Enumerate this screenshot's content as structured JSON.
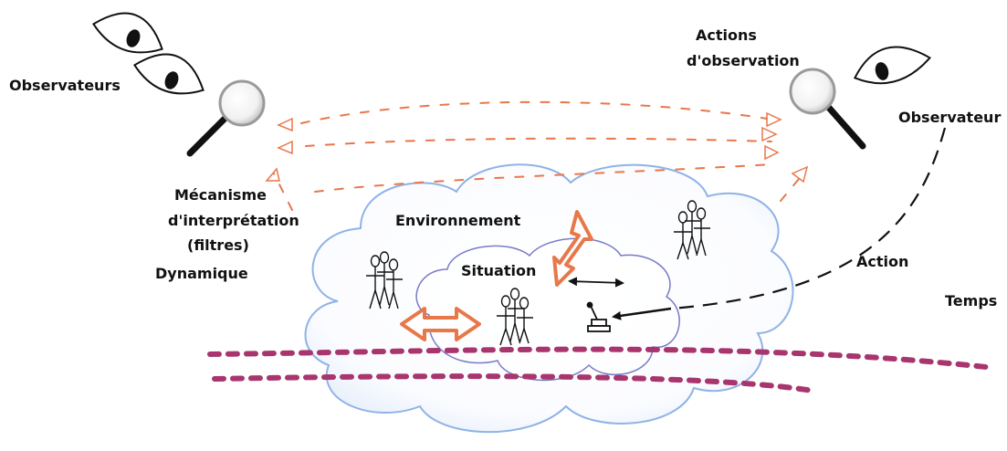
{
  "labels": {
    "observateurs": "Observateurs",
    "actions_observation_1": "Actions",
    "actions_observation_2": "d'observation",
    "observateur": "Observateur",
    "mecanisme_1": "Mécanisme",
    "mecanisme_2": "d'interprétation",
    "mecanisme_3": "(filtres)",
    "dynamique": "Dynamique",
    "environnement": "Environnement",
    "situation": "Situation",
    "action": "Action",
    "temps": "Temps"
  },
  "colors": {
    "cloud_outline": "#8fb3e6",
    "inner_outline": "#7a7ac8",
    "observation_dash": "#e8774a",
    "time_dash": "#a8356e",
    "double_arrow": "#e8774a",
    "ink": "#111111"
  },
  "icons": [
    "eye-icon",
    "magnifier-icon",
    "stick-figure-group-icon",
    "lever-icon",
    "double-arrow-icon"
  ]
}
